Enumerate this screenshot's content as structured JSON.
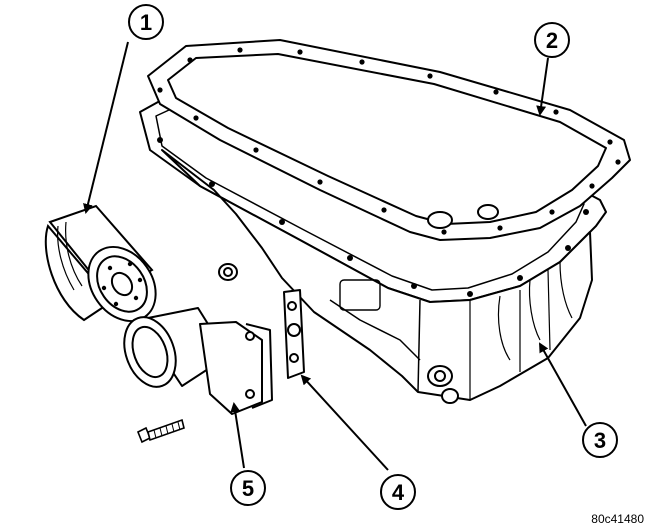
{
  "figure": {
    "reference_code": "80c41480"
  },
  "callouts": [
    {
      "number": "1",
      "part": "oil-filter"
    },
    {
      "number": "2",
      "part": "oil-pan-gasket"
    },
    {
      "number": "3",
      "part": "oil-pan"
    },
    {
      "number": "4",
      "part": "adapter-gasket"
    },
    {
      "number": "5",
      "part": "oil-filter-adapter"
    }
  ],
  "colors": {
    "line": "#000000",
    "background": "#ffffff"
  }
}
